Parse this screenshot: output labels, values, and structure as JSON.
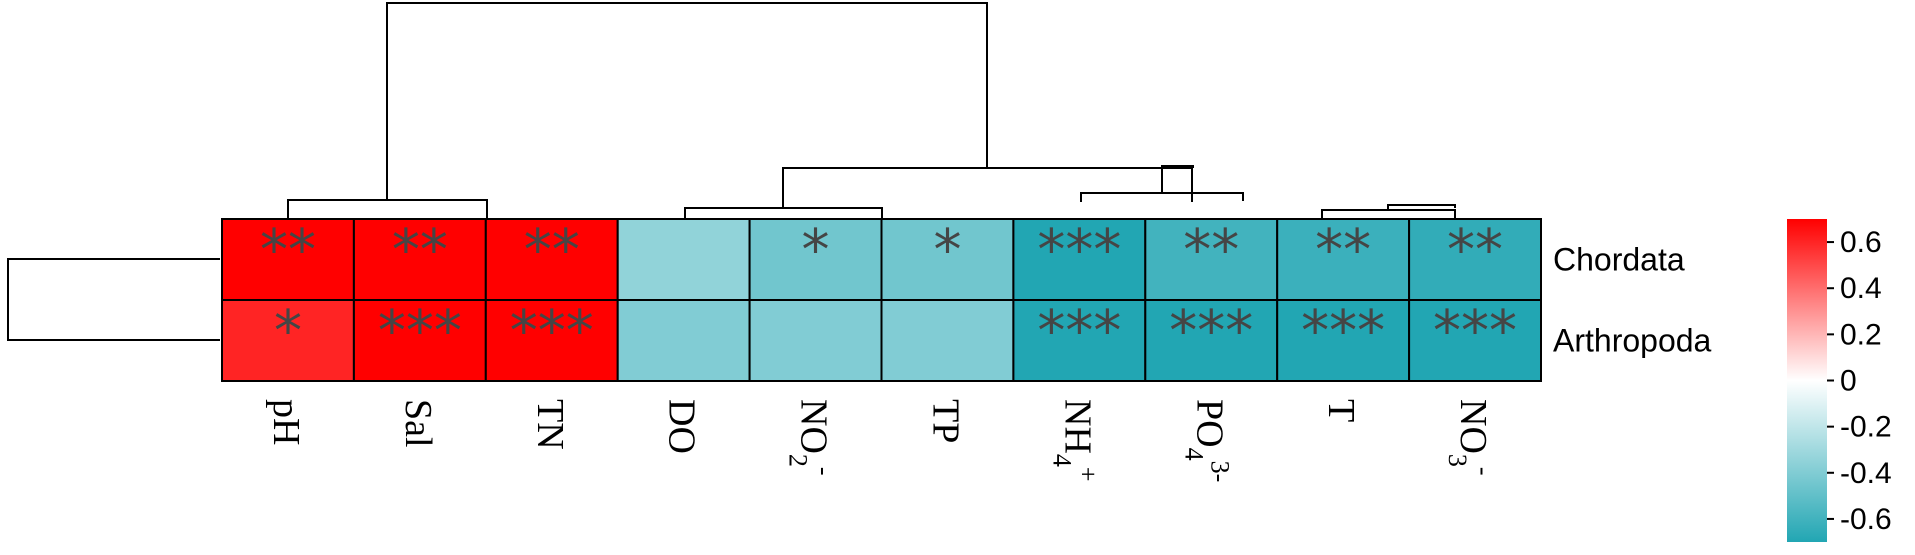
{
  "chart_data": {
    "type": "heatmap",
    "rows": [
      "Chordata",
      "Arthropoda"
    ],
    "columns": [
      "pH",
      "Sal",
      "TN",
      "DO",
      "NO2-",
      "TP",
      "NH4+",
      "PO43-",
      "T",
      "NO3-"
    ],
    "column_labels": [
      {
        "base": "pH",
        "sub": "",
        "sup": ""
      },
      {
        "base": "Sal",
        "sub": "",
        "sup": ""
      },
      {
        "base": "TN",
        "sub": "",
        "sup": ""
      },
      {
        "base": "DO",
        "sub": "",
        "sup": ""
      },
      {
        "base": "NO",
        "sub": "2",
        "sup": "-"
      },
      {
        "base": "TP",
        "sub": "",
        "sup": ""
      },
      {
        "base": "NH",
        "sub": "4",
        "sup": "+"
      },
      {
        "base": "PO",
        "sub": "4",
        "sup": "3-"
      },
      {
        "base": "T",
        "sub": "",
        "sup": ""
      },
      {
        "base": "NO",
        "sub": "3",
        "sup": "-"
      }
    ],
    "values": [
      [
        0.7,
        0.7,
        0.7,
        -0.35,
        -0.45,
        -0.45,
        -0.7,
        -0.6,
        -0.62,
        -0.65
      ],
      [
        0.6,
        0.7,
        0.7,
        -0.4,
        -0.4,
        -0.4,
        -0.7,
        -0.7,
        -0.7,
        -0.7
      ]
    ],
    "significance": [
      [
        "**",
        "**",
        "**",
        "",
        "*",
        "*",
        "***",
        "**",
        "**",
        "**"
      ],
      [
        "*",
        "***",
        "***",
        "",
        "",
        "",
        "***",
        "***",
        "***",
        "***"
      ]
    ],
    "colorbar": {
      "min": -0.7,
      "max": 0.7,
      "ticks": [
        "0.6",
        "0.4",
        "0.2",
        "0",
        "-0.2",
        "-0.4",
        "-0.6"
      ],
      "tick_values": [
        0.6,
        0.4,
        0.2,
        0,
        -0.2,
        -0.4,
        -0.6
      ],
      "colors": {
        "low": "#22A6B3",
        "mid": "#FFFFFF",
        "high": "#FF0000"
      }
    },
    "column_dendrogram": true,
    "row_dendrogram": true,
    "grid": false
  }
}
